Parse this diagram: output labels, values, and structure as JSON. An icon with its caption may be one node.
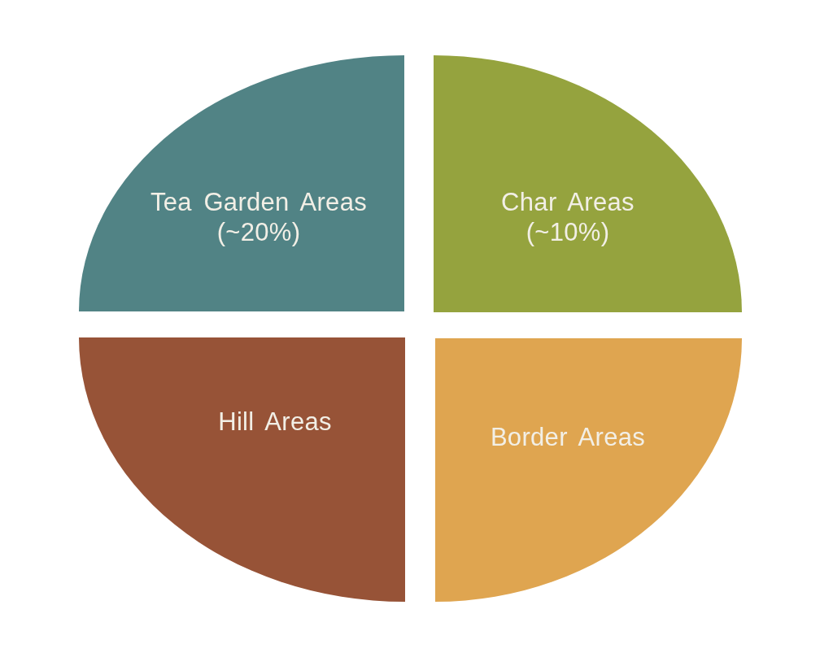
{
  "diagram": {
    "nodes": [
      {
        "text": [
          "Tea Garden Areas (~20%)"
        ]
      },
      {
        "text": [
          "Char Areas (~10%)"
        ]
      },
      {
        "text": [
          "Hill Areas"
        ]
      },
      {
        "text": [
          "Border Areas"
        ]
      }
    ]
  }
}
